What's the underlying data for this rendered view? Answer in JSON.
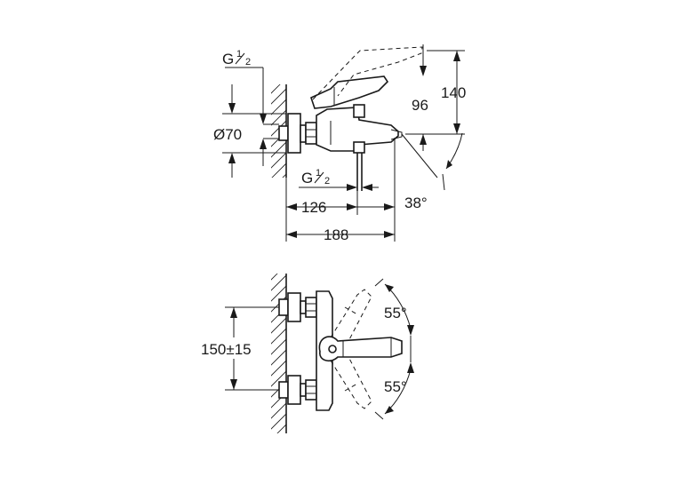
{
  "labels": {
    "thread_top_g": "G",
    "thread_top_num": "1",
    "thread_top_den": "2",
    "diameter": "Ø70",
    "dim_96": "96",
    "dim_140": "140",
    "thread_mid_g": "G",
    "thread_mid_num": "1",
    "thread_mid_den": "2",
    "dim_126": "126",
    "dim_188": "188",
    "angle_spout": "38°",
    "dim_centers": "150±15",
    "angle_upper": "55°",
    "angle_lower": "55°"
  }
}
